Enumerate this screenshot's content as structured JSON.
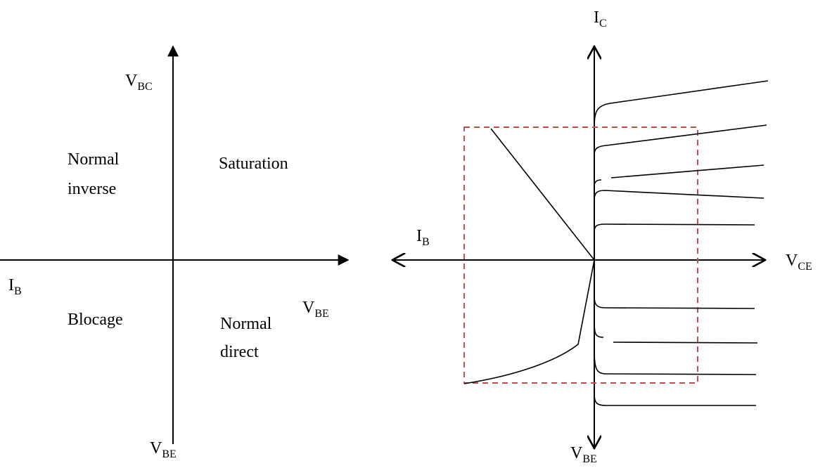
{
  "left_diagram": {
    "axis_up": {
      "main": "V",
      "sub": "BC"
    },
    "axis_left": {
      "main": "I",
      "sub": "B"
    },
    "axis_right": {
      "main": "V",
      "sub": "BE"
    },
    "axis_down": {
      "main": "V",
      "sub": "BE"
    },
    "regions": {
      "top_left": [
        "Normal",
        "inverse"
      ],
      "top_right": "Saturation",
      "bottom_left": "Blocage",
      "bottom_right": [
        "Normal",
        "direct"
      ]
    }
  },
  "right_diagram": {
    "axis_up": {
      "main": "I",
      "sub": "C"
    },
    "axis_left": {
      "main": "I",
      "sub": "B"
    },
    "axis_right": {
      "main": "V",
      "sub": "CE"
    },
    "axis_down": {
      "main": "V",
      "sub": "BE"
    },
    "colors": {
      "axes": "#000000",
      "dashed_box": "#c0504d"
    }
  }
}
